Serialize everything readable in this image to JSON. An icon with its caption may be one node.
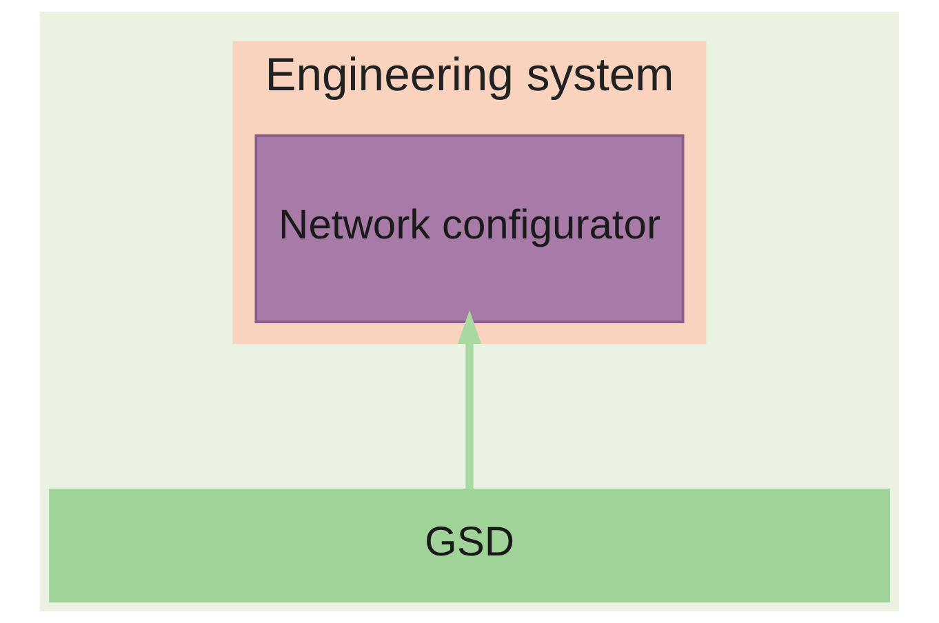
{
  "diagram": {
    "nodes": [
      {
        "text": [
          "Engineering system"
        ]
      },
      {
        "text": [
          "Network configurator"
        ],
        "in": 0
      },
      {
        "text": [
          "GSD"
        ]
      }
    ],
    "edges": [
      {
        "from": 2,
        "to": 1,
        "arrow": "to"
      }
    ]
  }
}
